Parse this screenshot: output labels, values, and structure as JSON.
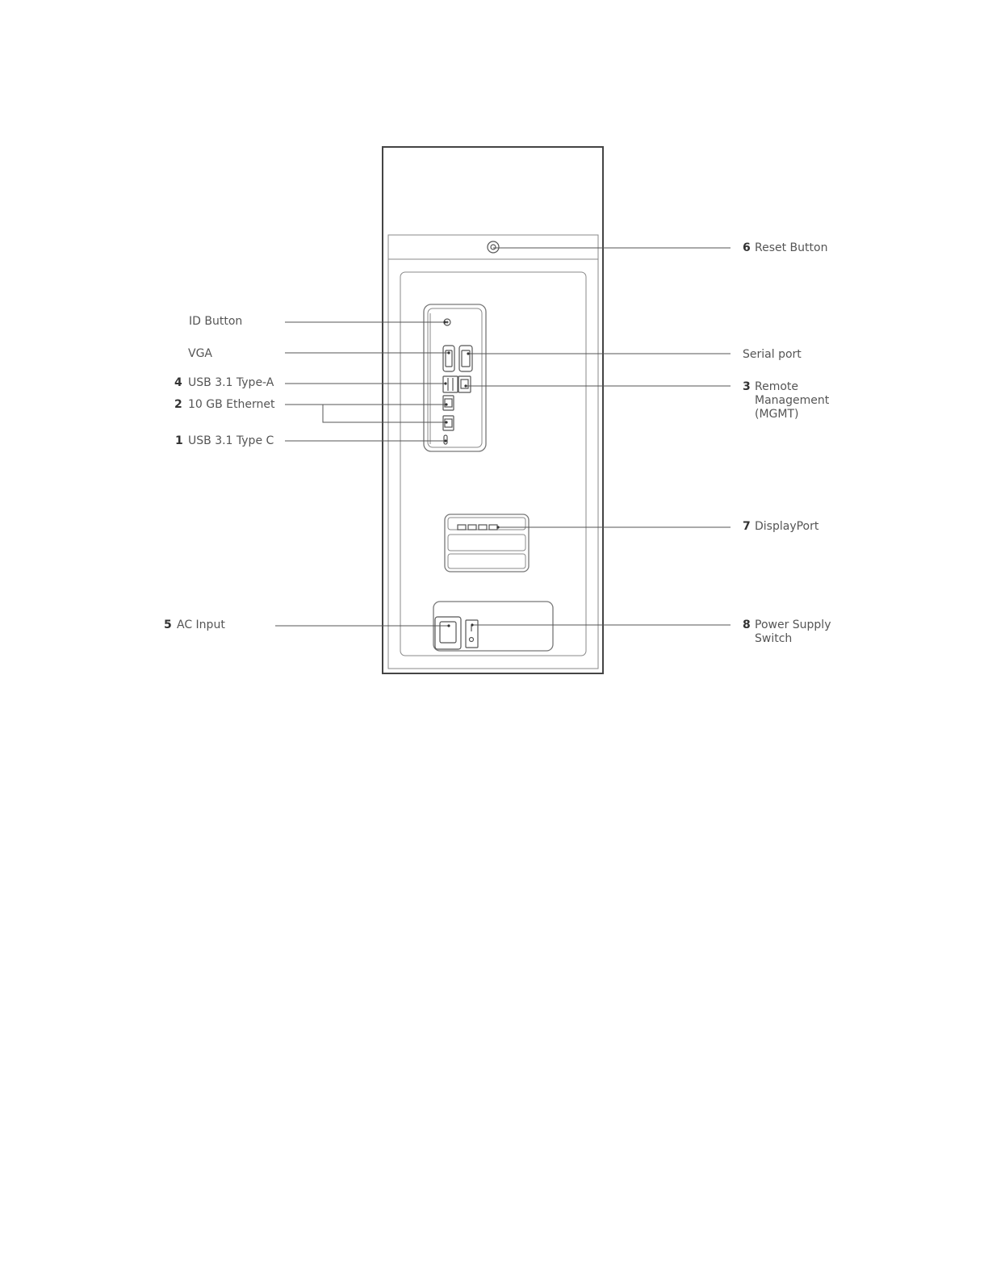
{
  "labels": {
    "reset": {
      "num": "6",
      "text": "Reset Button"
    },
    "id_button": {
      "text": "ID Button"
    },
    "vga": {
      "text": "VGA"
    },
    "serial": {
      "text": "Serial port"
    },
    "usb_a": {
      "num": "4",
      "text": "USB 3.1 Type-A"
    },
    "ethernet": {
      "num": "2",
      "text": "10 GB Ethernet"
    },
    "mgmt": {
      "num": "3",
      "lines": [
        "Remote",
        "Management",
        "(MGMT)"
      ]
    },
    "usb_c": {
      "num": "1",
      "text": "USB 3.1 Type C"
    },
    "displayport": {
      "num": "7",
      "text": "DisplayPort"
    },
    "ac_input": {
      "num": "5",
      "text": "AC Input"
    },
    "psu_switch": {
      "num": "8",
      "lines": [
        "Power Supply",
        "Switch"
      ]
    }
  }
}
